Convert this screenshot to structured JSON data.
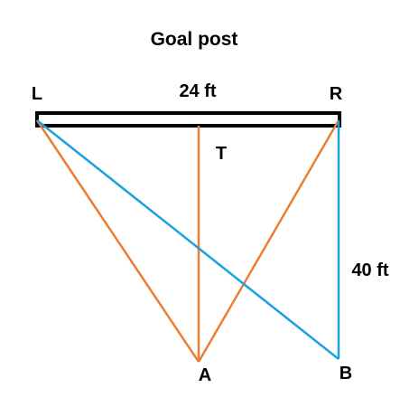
{
  "title": "Goal post",
  "points": {
    "L": "L",
    "R": "R",
    "T": "T",
    "A": "A",
    "B": "B"
  },
  "measurements": {
    "post_width": "24 ft",
    "distance_rb": "40 ft"
  },
  "colors": {
    "post": "#000000",
    "orange_lines": "#ED7D31",
    "blue_lines": "#1BA1E2"
  }
}
